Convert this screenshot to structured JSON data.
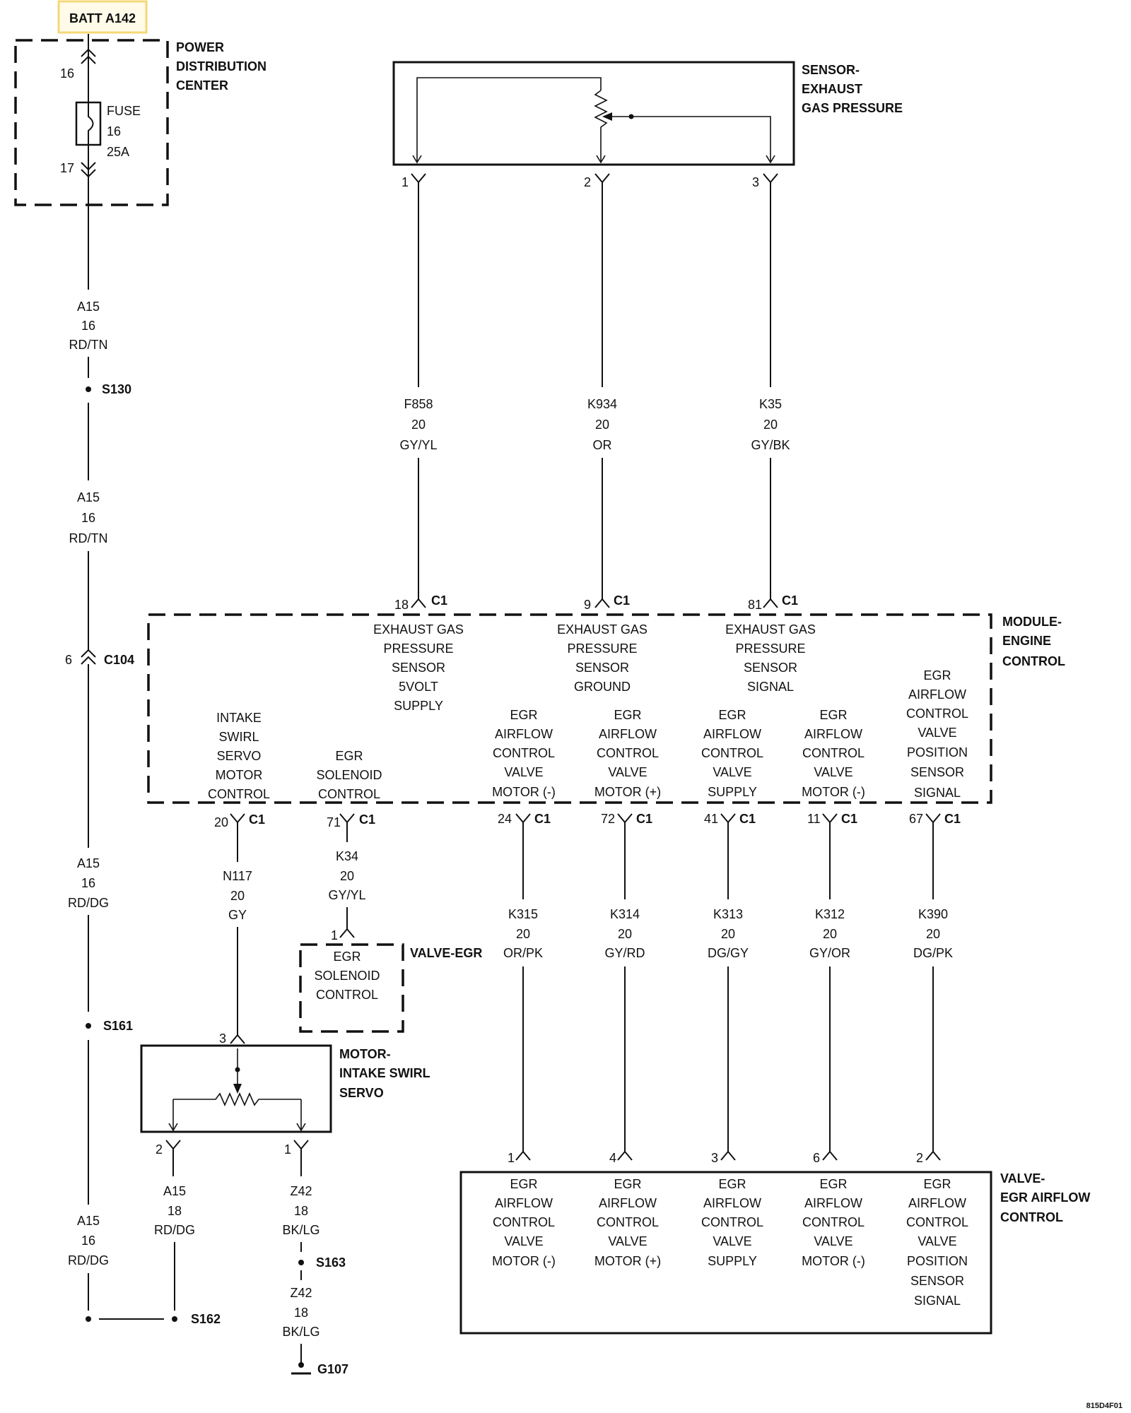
{
  "highlight": {
    "label": "BATT A142",
    "color": "#f5d77a"
  },
  "pdc": {
    "name": [
      "POWER",
      "DISTRIBUTION",
      "CENTER"
    ],
    "pin_top": "16",
    "pin_bottom": "17",
    "fuse": [
      "FUSE",
      "16",
      "25A"
    ]
  },
  "left_feed": {
    "w1": [
      "A15",
      "16",
      "RD/TN"
    ],
    "s130": "S130",
    "w2": [
      "A15",
      "16",
      "RD/TN"
    ],
    "c104_pin": "6",
    "c104": "C104",
    "w3": [
      "A15",
      "16",
      "RD/DG"
    ],
    "s161": "S161",
    "w4": [
      "A15",
      "16",
      "RD/DG"
    ],
    "s162": "S162"
  },
  "sensor": {
    "name": [
      "SENSOR-",
      "EXHAUST",
      "GAS PRESSURE"
    ],
    "pins": [
      "1",
      "2",
      "3"
    ],
    "wires": [
      [
        "F858",
        "20",
        "GY/YL"
      ],
      [
        "K934",
        "20",
        "OR"
      ],
      [
        "K35",
        "20",
        "GY/BK"
      ]
    ],
    "ecm_pins": [
      "18",
      "9",
      "81"
    ]
  },
  "ecm": {
    "name": [
      "MODULE-",
      "ENGINE",
      "CONTROL"
    ],
    "connector": "C1",
    "top_funcs": [
      [
        "EXHAUST GAS",
        "PRESSURE",
        "SENSOR",
        "5VOLT",
        "SUPPLY"
      ],
      [
        "EXHAUST GAS",
        "PRESSURE",
        "SENSOR",
        "GROUND"
      ],
      [
        "EXHAUST GAS",
        "PRESSURE",
        "SENSOR",
        "SIGNAL"
      ]
    ],
    "bottom_funcs": [
      [
        "INTAKE",
        "SWIRL",
        "SERVO",
        "MOTOR",
        "CONTROL"
      ],
      [
        "EGR",
        "SOLENOID",
        "CONTROL"
      ],
      [
        "EGR",
        "AIRFLOW",
        "CONTROL",
        "VALVE",
        "MOTOR (-)"
      ],
      [
        "EGR",
        "AIRFLOW",
        "CONTROL",
        "VALVE",
        "MOTOR (+)"
      ],
      [
        "EGR",
        "AIRFLOW",
        "CONTROL",
        "VALVE",
        "SUPPLY"
      ],
      [
        "EGR",
        "AIRFLOW",
        "CONTROL",
        "VALVE",
        "MOTOR (-)"
      ],
      [
        "EGR",
        "AIRFLOW",
        "CONTROL",
        "VALVE",
        "POSITION",
        "SENSOR",
        "SIGNAL"
      ]
    ],
    "bottom_pins": [
      "20",
      "71",
      "24",
      "72",
      "41",
      "11",
      "67"
    ]
  },
  "bottom_wires": [
    [
      "N117",
      "20",
      "GY"
    ],
    [
      "K34",
      "20",
      "GY/YL"
    ],
    [
      "K315",
      "20",
      "OR/PK"
    ],
    [
      "K314",
      "20",
      "GY/RD"
    ],
    [
      "K313",
      "20",
      "DG/GY"
    ],
    [
      "K312",
      "20",
      "GY/OR"
    ],
    [
      "K390",
      "20",
      "DG/PK"
    ]
  ],
  "egr_valve": {
    "name": "VALVE-EGR",
    "pin": "1",
    "func": [
      "EGR",
      "SOLENOID",
      "CONTROL"
    ]
  },
  "motor": {
    "name": [
      "MOTOR-",
      "INTAKE SWIRL",
      "SERVO"
    ],
    "pin_top": "3",
    "pins_bottom": [
      "2",
      "1"
    ],
    "w_left": [
      "A15",
      "18",
      "RD/DG"
    ],
    "w_right": [
      "Z42",
      "18",
      "BK/LG"
    ],
    "s163": "S163",
    "w_right2": [
      "Z42",
      "18",
      "BK/LG"
    ],
    "g107": "G107"
  },
  "airflow_valve": {
    "name": [
      "VALVE-",
      "EGR AIRFLOW",
      "CONTROL"
    ],
    "pins": [
      "1",
      "4",
      "3",
      "6",
      "2"
    ],
    "funcs": [
      [
        "EGR",
        "AIRFLOW",
        "CONTROL",
        "VALVE",
        "MOTOR (-)"
      ],
      [
        "EGR",
        "AIRFLOW",
        "CONTROL",
        "VALVE",
        "MOTOR (+)"
      ],
      [
        "EGR",
        "AIRFLOW",
        "CONTROL",
        "VALVE",
        "SUPPLY"
      ],
      [
        "EGR",
        "AIRFLOW",
        "CONTROL",
        "VALVE",
        "MOTOR (-)"
      ],
      [
        "EGR",
        "AIRFLOW",
        "CONTROL",
        "VALVE",
        "POSITION",
        "SENSOR",
        "SIGNAL"
      ]
    ]
  },
  "drawing_id": "815D4F01"
}
